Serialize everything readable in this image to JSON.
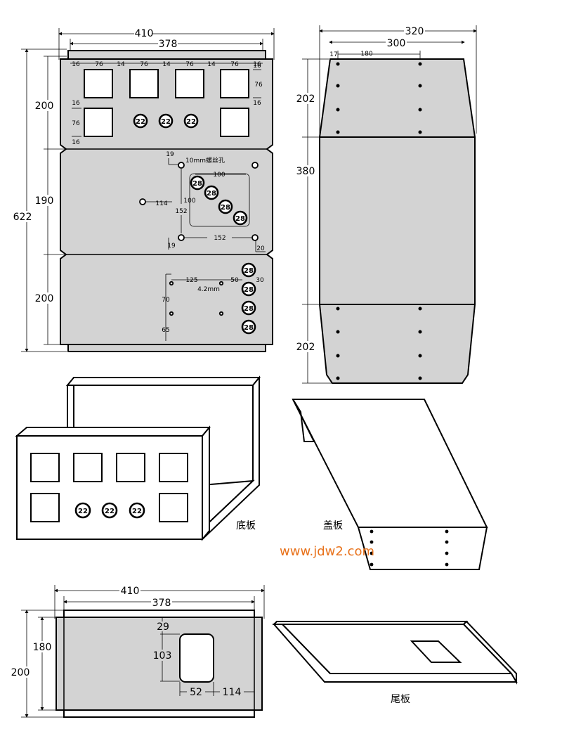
{
  "colors": {
    "panel": "#d3d3d3",
    "watermark": "#e8711a"
  },
  "front": {
    "overall_width": "410",
    "inner_width": "378",
    "col_dims": [
      "16",
      "76",
      "14",
      "76",
      "14",
      "76",
      "14",
      "76",
      "16"
    ],
    "right_dims": [
      "16",
      "76",
      "16"
    ],
    "left_dims": [
      "16",
      "76",
      "16"
    ],
    "heights": [
      "200",
      "190",
      "200"
    ],
    "total_height": "622",
    "meter_holes": [
      "22",
      "22",
      "22"
    ],
    "mid": {
      "screw_label": "10mm螺丝孔",
      "d19_top": "19",
      "d100_h": "100",
      "d100_v": "100",
      "d114": "114",
      "d152_v": "152",
      "d152_h": "152",
      "d19_bot": "19",
      "d20": "20",
      "knobs": [
        "28",
        "28",
        "28",
        "28"
      ]
    },
    "bottom": {
      "d125": "125",
      "d50": "50",
      "d30": "30",
      "hole_label": "4.2mm",
      "d70": "70",
      "d65": "65",
      "knobs": [
        "28",
        "28",
        "28",
        "28"
      ]
    }
  },
  "cover": {
    "overall_width": "320",
    "inner_width": "300",
    "d17": "17",
    "d180": "180",
    "top_height": "202",
    "mid_height": "380",
    "bottom_height": "202"
  },
  "iso": {
    "base_label": "底板",
    "cover_label": "盖板",
    "meters": [
      "22",
      "22",
      "22"
    ],
    "url": "www.jdw2.com"
  },
  "rear": {
    "overall_width": "410",
    "inner_width": "378",
    "total_height": "200",
    "inner_height": "180",
    "d29": "29",
    "d103": "103",
    "d52": "52",
    "d114": "114",
    "label": "尾板"
  }
}
